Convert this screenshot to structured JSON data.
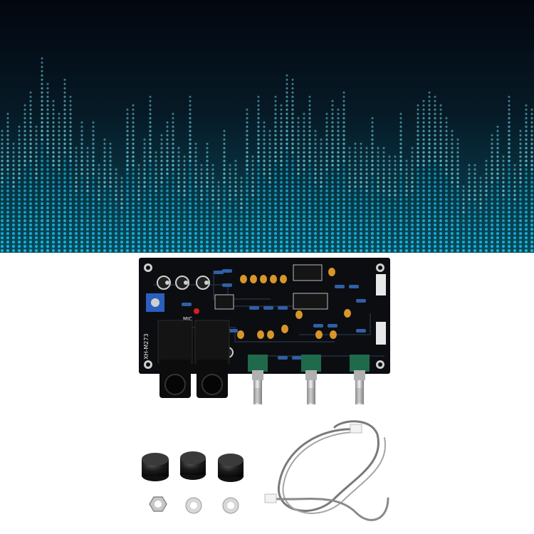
{
  "board": {
    "model_label": "XH-M273",
    "mic_label": "MIC",
    "colors": {
      "pcb": "#0b0d10",
      "trace": "#1b2230",
      "capacitor": "#d8962a",
      "resistor": "#2f5fa8",
      "pot_body": "#1f6a4a",
      "shaft": "#d9d9d9",
      "jack": "#141414",
      "terminal": "#2b5fbf"
    }
  },
  "banner": {
    "colors": {
      "top": "#040814",
      "mid": "#07202c",
      "dot_bright": "#7ff0ff",
      "dot_base": "#13b6d9"
    }
  },
  "accessories": {
    "knob_count": 3,
    "nut_count": 1,
    "washer_count": 2,
    "cable_count": 1
  }
}
